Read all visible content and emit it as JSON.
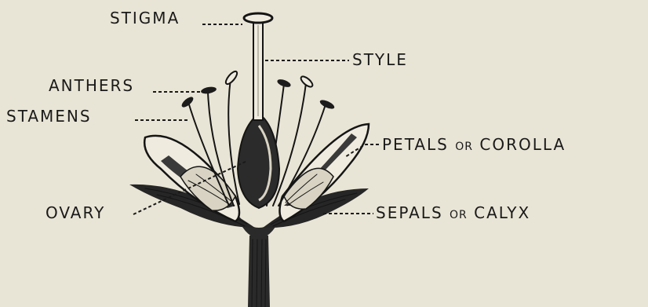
{
  "diagram": {
    "labels": {
      "stigma": "STIGMA",
      "style": "STYLE",
      "anthers": "ANTHERS",
      "stamens": "STAMENS",
      "petals_main": "PETALS",
      "petals_or": "OR",
      "petals_alt": "COROLLA",
      "ovary": "OVARY",
      "sepals_main": "SEPALS",
      "sepals_or": "OR",
      "sepals_alt": "CALYX"
    },
    "colors": {
      "background": "#e9e5d6",
      "ink": "#151515"
    }
  }
}
